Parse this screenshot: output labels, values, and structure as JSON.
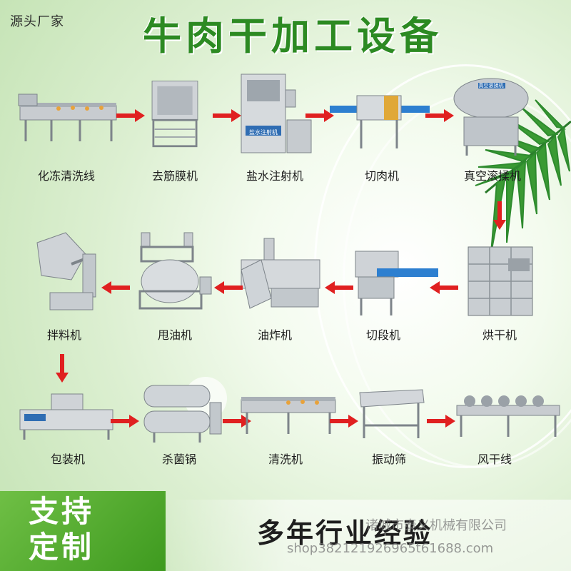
{
  "header": {
    "top_left": "源头厂家",
    "title": "牛肉干加工设备"
  },
  "machines": {
    "m1": "化冻清洗线",
    "m2": "去筋膜机",
    "m3": "盐水注射机",
    "m4": "切肉机",
    "m5": "真空滚揉机",
    "m6": "烘干机",
    "m7": "切段机",
    "m8": "油炸机",
    "m9": "甩油机",
    "m10": "拌料机",
    "m11": "包装机",
    "m12": "杀菌锅",
    "m13": "清洗机",
    "m14": "振动筛",
    "m15": "风干线"
  },
  "machine_panel_text": {
    "injector_sign": "盐水注射机",
    "tumbler_sign": "真空滚揉机"
  },
  "footer": {
    "left_line1": "支持",
    "left_line2": "定制",
    "slogan": "多年行业经验",
    "watermark_company": "诸城市泰义机械有限公司",
    "watermark_shop": "shop382121926965t61688.com"
  },
  "colors": {
    "title_green": "#2c8a22",
    "arrow_red": "#e02020",
    "badge_green": "#4aa526"
  }
}
